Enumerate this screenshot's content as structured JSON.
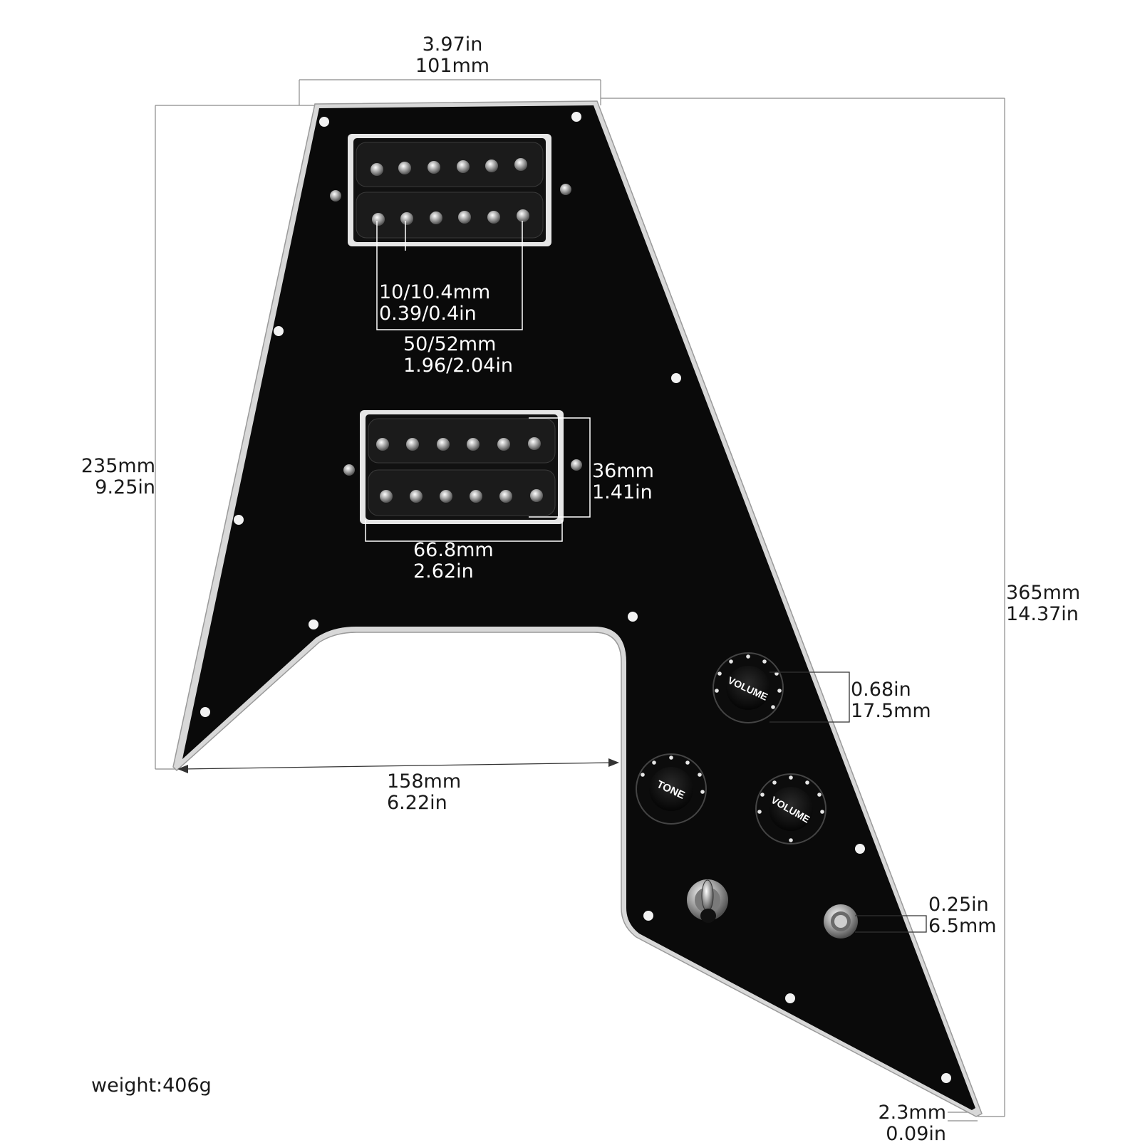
{
  "dimensions": {
    "top_width": {
      "in": "3.97in",
      "mm": "101mm"
    },
    "left_height": {
      "mm": "235mm",
      "in": "9.25in"
    },
    "total_height": {
      "mm": "365mm",
      "in": "14.37in"
    },
    "bottom_width": {
      "mm": "158mm",
      "in": "6.22in"
    },
    "pole_spacing": {
      "mm": "10/10.4mm",
      "in": "0.39/0.4in"
    },
    "pole_span": {
      "mm": "50/52mm",
      "in": "1.96/2.04in"
    },
    "pickup_width": {
      "mm": "36mm",
      "in": "1.41in"
    },
    "pickup_length": {
      "mm": "66.8mm",
      "in": "2.62in"
    },
    "knob_diameter": {
      "in": "0.68in",
      "mm": "17.5mm"
    },
    "jack_diameter": {
      "in": "0.25in",
      "mm": "6.5mm"
    },
    "thickness": {
      "mm": "2.3mm",
      "in": "0.09in"
    }
  },
  "knobs": {
    "volume_1": "VOLUME",
    "tone": "TONE",
    "volume_2": "VOLUME"
  },
  "weight": "weight:406g"
}
